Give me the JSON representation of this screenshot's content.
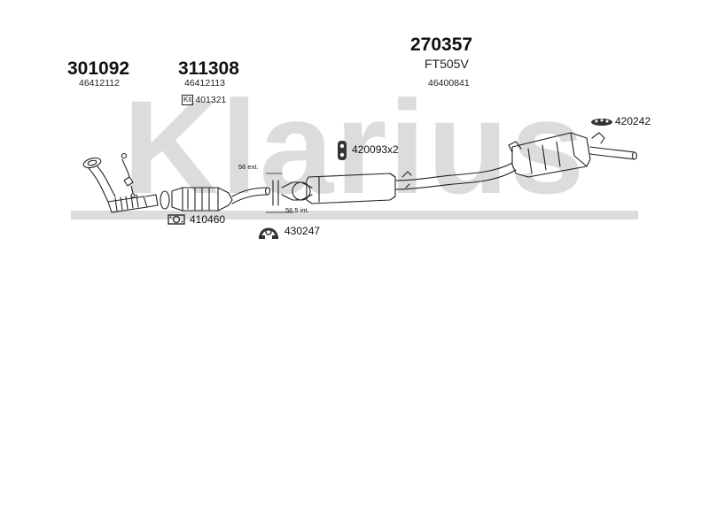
{
  "watermark": {
    "text": "Klarius",
    "color": "#d9d9d9"
  },
  "parts": [
    {
      "part_number": "301092",
      "reference": "46412112"
    },
    {
      "part_number": "311308",
      "reference": "46412113"
    },
    {
      "part_number": "270357",
      "spec": "FT505V",
      "reference": "46400841"
    }
  ],
  "kit": {
    "badge": "Kit",
    "number": "401321"
  },
  "callouts": [
    {
      "number": "420093x2",
      "icon": "rubber-hanger-icon"
    },
    {
      "number": "420242",
      "icon": "mounting-rubber-icon"
    },
    {
      "number": "410460",
      "icon": "gasket-icon"
    },
    {
      "number": "430247",
      "icon": "clamp-icon"
    }
  ],
  "labels": {
    "ext": "56 ext.",
    "int": "56,5 int."
  }
}
